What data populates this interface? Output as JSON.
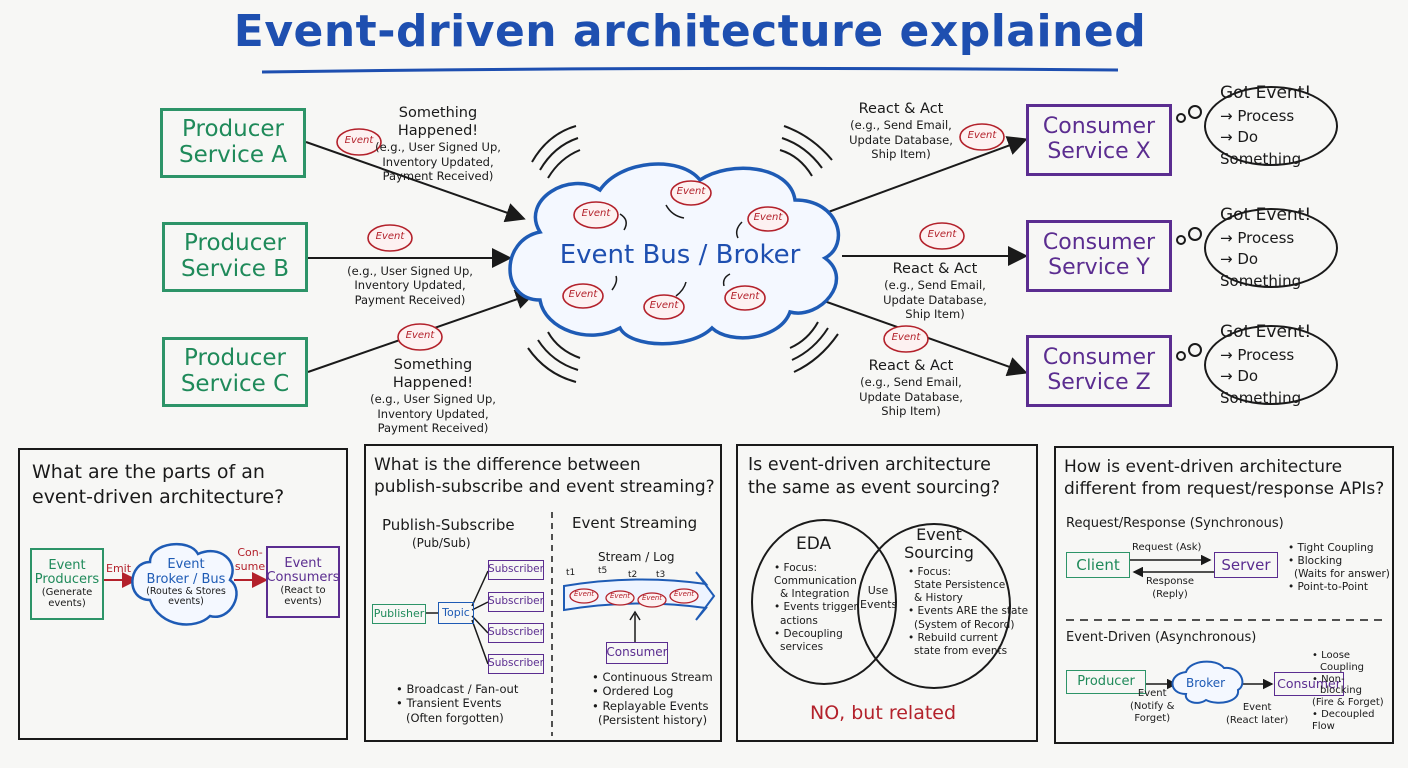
{
  "title": "Event-driven architecture explained",
  "producers": [
    {
      "line1": "Producer",
      "line2": "Service A"
    },
    {
      "line1": "Producer",
      "line2": "Service B"
    },
    {
      "line1": "Producer",
      "line2": "Service C"
    }
  ],
  "consumers": [
    {
      "line1": "Consumer",
      "line2": "Service X"
    },
    {
      "line1": "Consumer",
      "line2": "Service Y"
    },
    {
      "line1": "Consumer",
      "line2": "Service Z"
    }
  ],
  "broker_label": "Event Bus / Broker",
  "event_badge": "Event",
  "producer_notes": {
    "a_heading": "Something Happened!",
    "a_lines": [
      "(e.g., User Signed Up,",
      "Inventory Updated,",
      "Payment Received)"
    ],
    "b_lines": [
      "(e.g., User Signed Up,",
      "Inventory Updated,",
      "Payment Received)"
    ],
    "c_heading": "Something Happened!",
    "c_lines": [
      "(e.g., User Signed Up,",
      "Inventory Updated,",
      "Payment Received)"
    ]
  },
  "consumer_notes": {
    "heading": "React & Act",
    "x_lines": [
      "(e.g., Send Email,",
      "Update Database,",
      "Ship Item)"
    ],
    "y_lines": [
      "(e.g., Send Email,",
      "Update Database,",
      "Ship Item)"
    ],
    "z_lines": [
      "(e.g., Send Email,",
      "Update Database,",
      "Ship Item)"
    ]
  },
  "thought": {
    "line1": "Got Event!",
    "line2": "→ Process",
    "line3": "→ Do Something"
  },
  "panel1": {
    "q1": "What are the parts of an",
    "q2": "event-driven architecture?",
    "producers": [
      "Event",
      "Producers",
      "(Generate",
      "events)"
    ],
    "emit": "Emit",
    "broker": [
      "Event",
      "Broker / Bus",
      "(Routes & Stores",
      "events)"
    ],
    "consume": [
      "Con-",
      "sume"
    ],
    "consumers": [
      "Event",
      "Consumers",
      "(React to",
      "events)"
    ]
  },
  "panel2": {
    "q1": "What is the difference between",
    "q2": "publish-subscribe and event streaming?",
    "ps_title": "Publish-Subscribe",
    "ps_sub": "(Pub/Sub)",
    "publisher": "Publisher",
    "topic": "Topic",
    "subscriber": "Subscriber",
    "ps_bullets": [
      "• Broadcast / Fan-out",
      "• Transient Events",
      "(Often forgotten)"
    ],
    "es_title": "Event Streaming",
    "stream_log": "Stream / Log",
    "ticks": [
      "t1",
      "t5",
      "t2",
      "t3"
    ],
    "consumer": "Consumer",
    "es_bullets": [
      "• Continuous Stream",
      "• Ordered Log",
      "• Replayable Events",
      "(Persistent history)"
    ]
  },
  "panel3": {
    "q1": "Is event-driven architecture",
    "q2": "the same as event sourcing?",
    "eda": "EDA",
    "eda_points": [
      "• Focus:",
      "Communication",
      "& Integration",
      "• Events trigger",
      "actions",
      "• Decoupling",
      "services"
    ],
    "overlap": [
      "Use",
      "Events"
    ],
    "es_title": [
      "Event",
      "Sourcing"
    ],
    "es_points": [
      "• Focus:",
      "State Persistence",
      "& History",
      "• Events ARE the state",
      "(System of Record)",
      "• Rebuild current",
      "state from events"
    ],
    "answer": "NO, but related"
  },
  "panel4": {
    "q1": "How is event-driven architecture",
    "q2": "different from request/response APIs?",
    "rr_title": "Request/Response (Synchronous)",
    "client": "Client",
    "server": "Server",
    "request": "Request (Ask)",
    "response": [
      "Response",
      "(Reply)"
    ],
    "rr_points": [
      "• Tight Coupling",
      "• Blocking",
      "(Waits for answer)",
      "• Point-to-Point"
    ],
    "ed_title": "Event-Driven (Asynchronous)",
    "producer": "Producer",
    "broker": "Broker",
    "consumer": "Consumer",
    "event_notify": [
      "Event",
      "(Notify &",
      "Forget)"
    ],
    "event_react": [
      "Event",
      "(React later)"
    ],
    "ed_points": [
      "• Loose",
      "Coupling",
      "• Non-",
      "blocking",
      "(Fire & Forget)",
      "• Decoupled Flow"
    ]
  }
}
